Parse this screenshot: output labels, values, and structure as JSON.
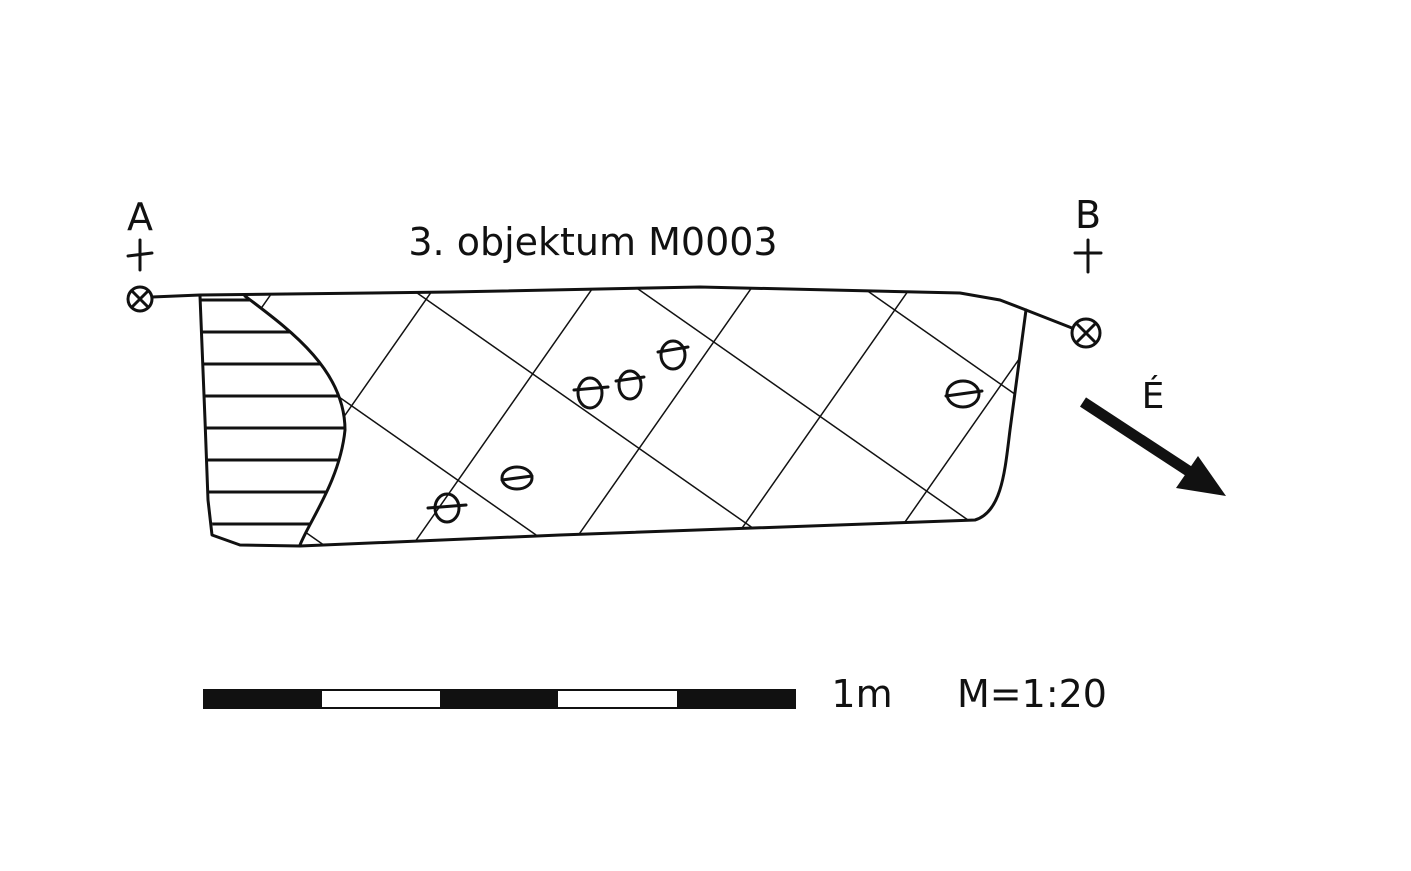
{
  "title": "3. objektum M0003",
  "point_a": "A",
  "point_b": "B",
  "direction_label": "É",
  "scale": {
    "length_label": "1m",
    "ratio_label": "M=1:20",
    "segments": 5
  },
  "colors": {
    "ink": "#111111",
    "background": "#ffffff"
  }
}
